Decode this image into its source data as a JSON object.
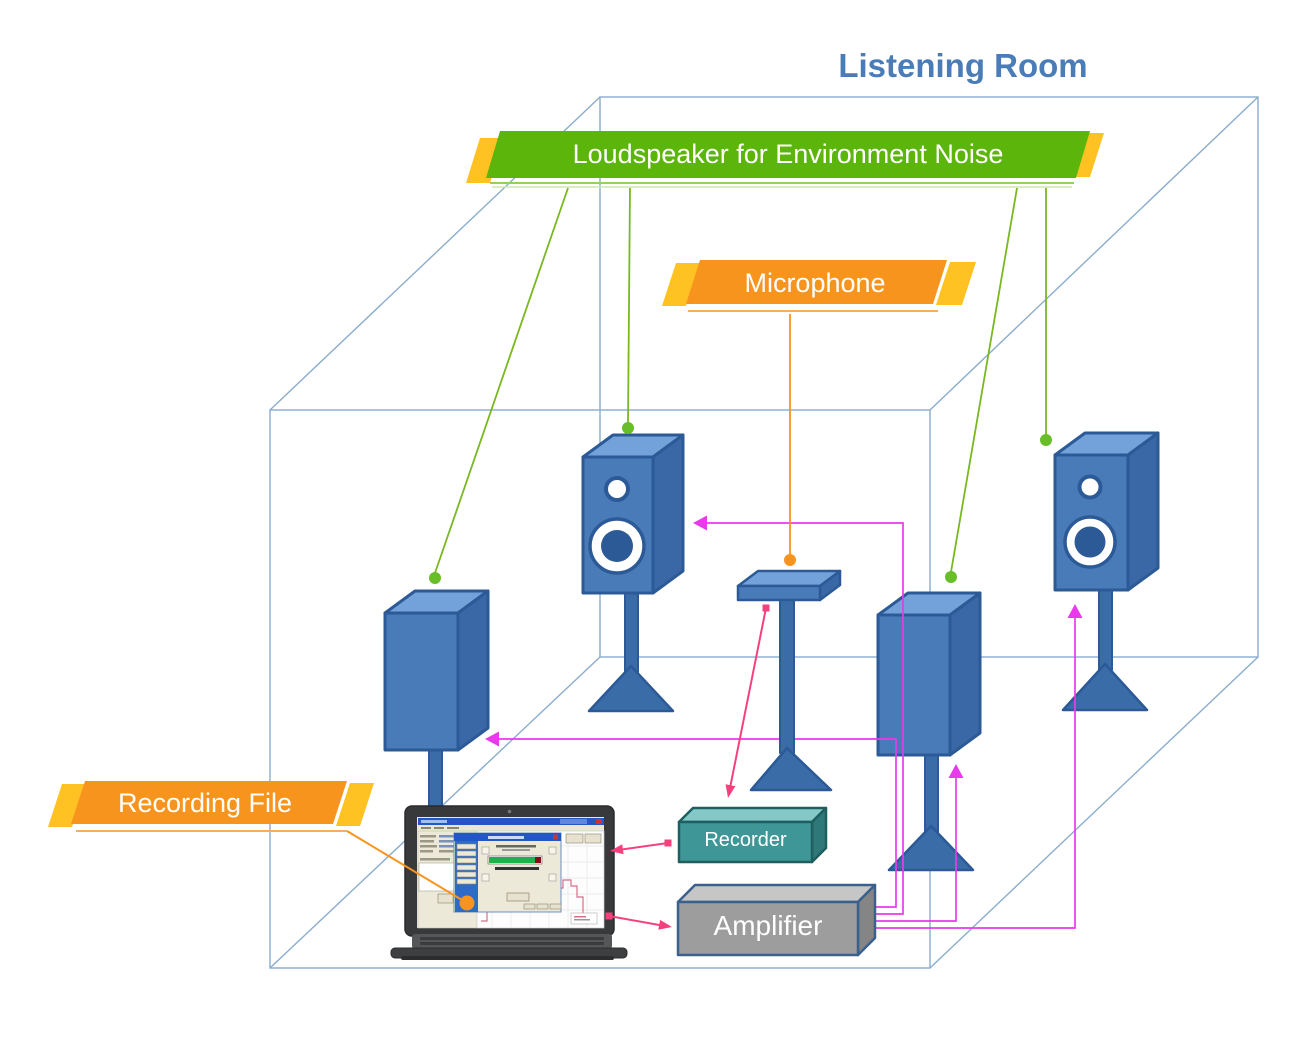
{
  "title": "Listening Room",
  "banners": {
    "loudspeaker": {
      "label": "Loudspeaker for Environment Noise",
      "fill": "#5CB50A",
      "accent": "#FFC222"
    },
    "microphone": {
      "label": "Microphone",
      "fill": "#F7941E",
      "accent": "#FFC222"
    },
    "recording_file": {
      "label": "Recording File",
      "fill": "#F7941E",
      "accent": "#FFC222"
    }
  },
  "devices": {
    "recorder": {
      "label": "Recorder",
      "fill": "#3F9697"
    },
    "amplifier": {
      "label": "Amplifier",
      "fill": "#9D9D9D"
    },
    "loudspeakers": {
      "count": 4,
      "fill": "#4A7BB9"
    }
  },
  "colors": {
    "room_outline": "#8AACCE",
    "title_text": "#4A7CB8",
    "speaker_feed_line": "#E83AEA",
    "device_connector": "#F4417D",
    "green_pointer_line": "#79B821",
    "green_pointer_dot": "#68BE28",
    "orange_pointer": "#F7941E"
  }
}
